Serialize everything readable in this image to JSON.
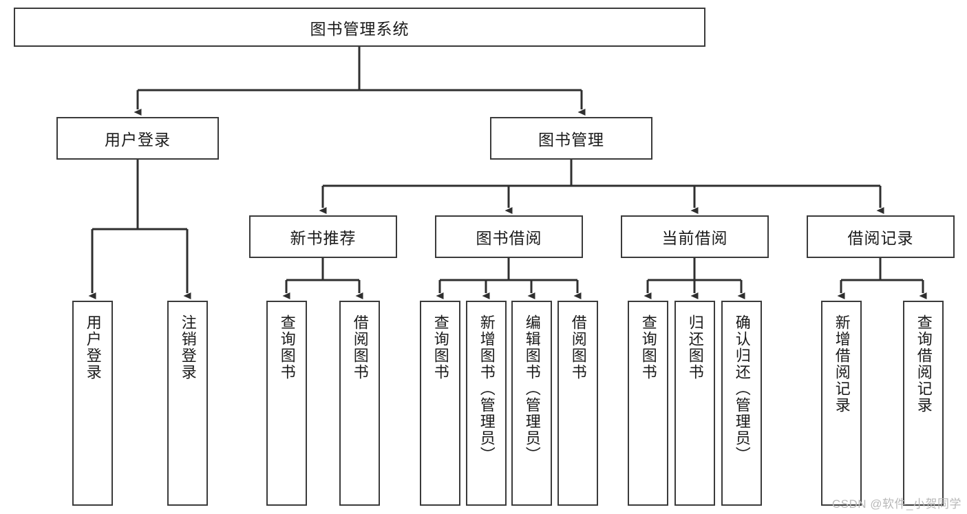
{
  "diagram": {
    "type": "tree-hierarchy",
    "title": "图书管理系统",
    "orientation": "top-down",
    "watermark": "CSDN @软件_小贺同学",
    "colors": {
      "box_border": "#3a3a3a",
      "box_fill": "#ffffff",
      "connector": "#2f2f2f",
      "text": "#1a1a1a",
      "watermark": "#b8b8b8"
    },
    "levels": [
      {
        "level": 1,
        "nodes": [
          {
            "id": "root",
            "label": "图书管理系统",
            "orientation": "horizontal"
          }
        ]
      },
      {
        "level": 2,
        "nodes": [
          {
            "id": "login",
            "label": "用户登录",
            "orientation": "horizontal",
            "parent": "root"
          },
          {
            "id": "bookmgmt",
            "label": "图书管理",
            "orientation": "horizontal",
            "parent": "root"
          }
        ]
      },
      {
        "level": 3,
        "nodes": [
          {
            "id": "newbook",
            "label": "新书推荐",
            "orientation": "horizontal",
            "parent": "bookmgmt"
          },
          {
            "id": "borrow",
            "label": "图书借阅",
            "orientation": "horizontal",
            "parent": "bookmgmt"
          },
          {
            "id": "current",
            "label": "当前借阅",
            "orientation": "horizontal",
            "parent": "bookmgmt"
          },
          {
            "id": "records",
            "label": "借阅记录",
            "orientation": "horizontal",
            "parent": "bookmgmt"
          }
        ]
      },
      {
        "level": 4,
        "nodes": [
          {
            "id": "leaf1",
            "label": "用户登录",
            "orientation": "vertical",
            "parent": "login"
          },
          {
            "id": "leaf2",
            "label": "注销登录",
            "orientation": "vertical",
            "parent": "login"
          },
          {
            "id": "leaf3",
            "label": "查询图书",
            "orientation": "vertical",
            "parent": "newbook"
          },
          {
            "id": "leaf4",
            "label": "借阅图书",
            "orientation": "vertical",
            "parent": "newbook"
          },
          {
            "id": "leaf5",
            "label": "查询图书",
            "orientation": "vertical",
            "parent": "borrow"
          },
          {
            "id": "leaf6",
            "label": "新增图书（管理员）",
            "orientation": "vertical",
            "parent": "borrow"
          },
          {
            "id": "leaf7",
            "label": "编辑图书（管理员）",
            "orientation": "vertical",
            "parent": "borrow"
          },
          {
            "id": "leaf8",
            "label": "借阅图书",
            "orientation": "vertical",
            "parent": "borrow"
          },
          {
            "id": "leaf9",
            "label": "查询图书",
            "orientation": "vertical",
            "parent": "current"
          },
          {
            "id": "leaf10",
            "label": "归还图书",
            "orientation": "vertical",
            "parent": "current"
          },
          {
            "id": "leaf11",
            "label": "确认归还（管理员）",
            "orientation": "vertical",
            "parent": "current"
          },
          {
            "id": "leaf12",
            "label": "新增借阅记录",
            "orientation": "vertical",
            "parent": "records"
          },
          {
            "id": "leaf13",
            "label": "查询借阅记录",
            "orientation": "vertical",
            "parent": "records"
          }
        ]
      }
    ]
  }
}
